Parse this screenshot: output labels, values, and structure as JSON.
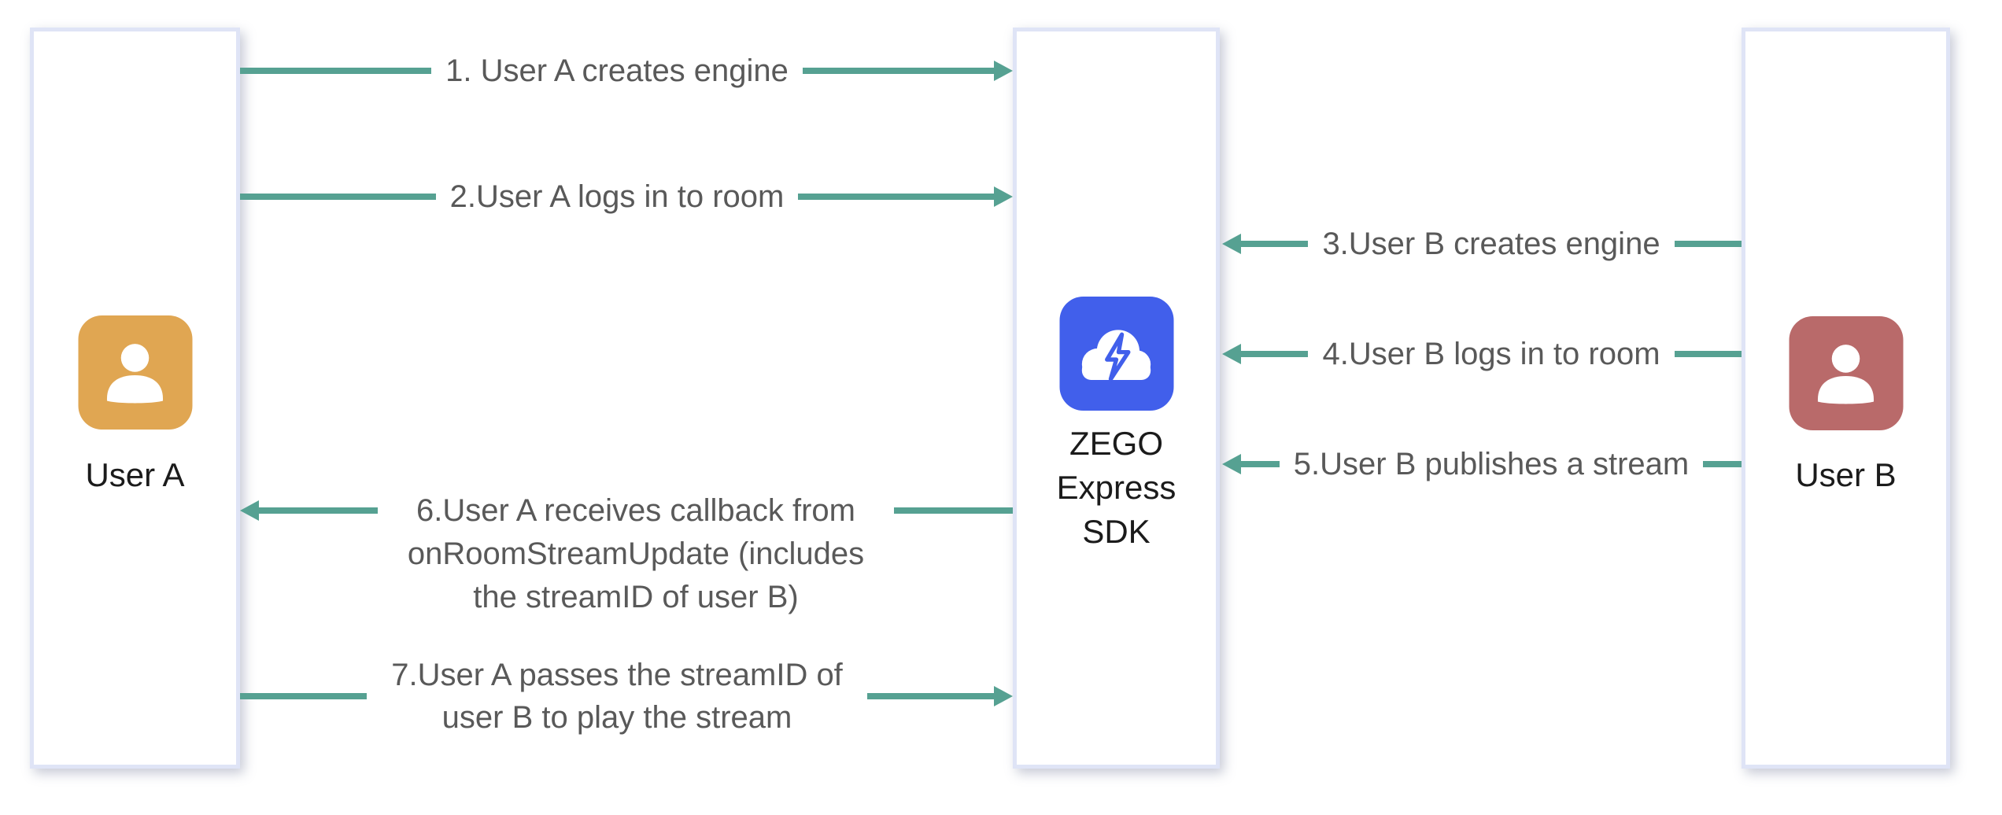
{
  "actors": [
    {
      "label": "User A",
      "icon": "person-icon",
      "icon_color": "#E0A652"
    },
    {
      "label": "ZEGO Express SDK",
      "icon": "cloud-lightning-icon",
      "icon_color": "#415FEB"
    },
    {
      "label": "User B",
      "icon": "person-icon",
      "icon_color": "#B96A6A"
    }
  ],
  "messages": [
    {
      "label": "1. User A creates engine",
      "from": "User A",
      "to": "ZEGO Express SDK",
      "direction": "right"
    },
    {
      "label": "2.User A logs in to room",
      "from": "User A",
      "to": "ZEGO Express SDK",
      "direction": "right"
    },
    {
      "label": "3.User B creates engine",
      "from": "User B",
      "to": "ZEGO Express SDK",
      "direction": "left"
    },
    {
      "label": "4.User B logs in to room",
      "from": "User B",
      "to": "ZEGO Express SDK",
      "direction": "left"
    },
    {
      "label": "5.User B publishes a stream",
      "from": "User B",
      "to": "ZEGO Express SDK",
      "direction": "left"
    },
    {
      "label": "6.User A receives callback from onRoomStreamUpdate (includes the streamID of user B)",
      "from": "ZEGO Express SDK",
      "to": "User A",
      "direction": "left"
    },
    {
      "label": "7.User A passes the streamID of user B to play the stream",
      "from": "User A",
      "to": "ZEGO Express SDK",
      "direction": "right"
    }
  ],
  "colors": {
    "arrow": "#56A192",
    "message_text": "#595959",
    "actor_label": "#1B1B1B",
    "box_border": "#DFE4F6",
    "user_a_icon": "#E0A652",
    "sdk_icon": "#415FEB",
    "user_b_icon": "#B96A6A"
  }
}
